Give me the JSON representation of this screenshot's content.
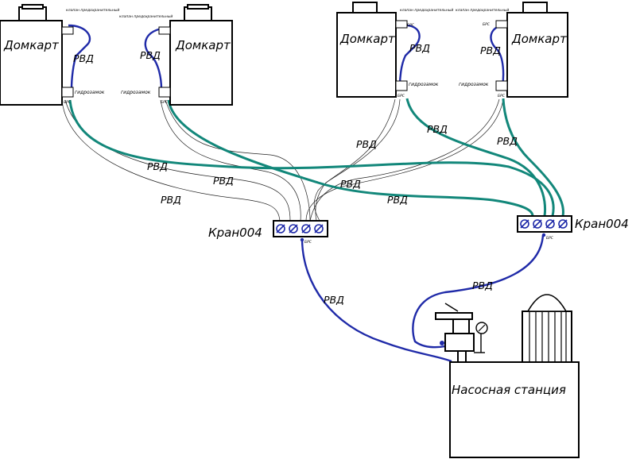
{
  "jacks": [
    {
      "label": "Домкарт",
      "hose": "РВД",
      "valve": "гидрозамок",
      "note": "клапан предохранительный",
      "port": "БРС"
    },
    {
      "label": "Домкарт",
      "hose": "РВД",
      "valve": "гидрозамок",
      "note": "клапан предохранительный",
      "port": "БРС"
    },
    {
      "label": "Домкарт",
      "hose": "РВД",
      "valve": "гидрозамок",
      "note": "клапан предохранительный",
      "port": "БРС",
      "port2": "БРС"
    },
    {
      "label": "Домкарт",
      "hose": "РВД",
      "valve": "гидрозамок",
      "note": "клапан предохранительный",
      "port": "БРС",
      "port2": "БРС"
    }
  ],
  "valves": [
    {
      "label": "Кран004",
      "port": "БРС"
    },
    {
      "label": "Кран004",
      "port": "БРС"
    }
  ],
  "pump": {
    "label": "Насосная станция"
  },
  "hose_labels": [
    "РВД",
    "РВД",
    "РВД",
    "РВД",
    "РВД",
    "РВД",
    "РВД",
    "РВД",
    "РВД",
    "РВД"
  ],
  "colors": {
    "supply": "#1f2aa8",
    "return": "#12877a",
    "outline": "#000000"
  }
}
